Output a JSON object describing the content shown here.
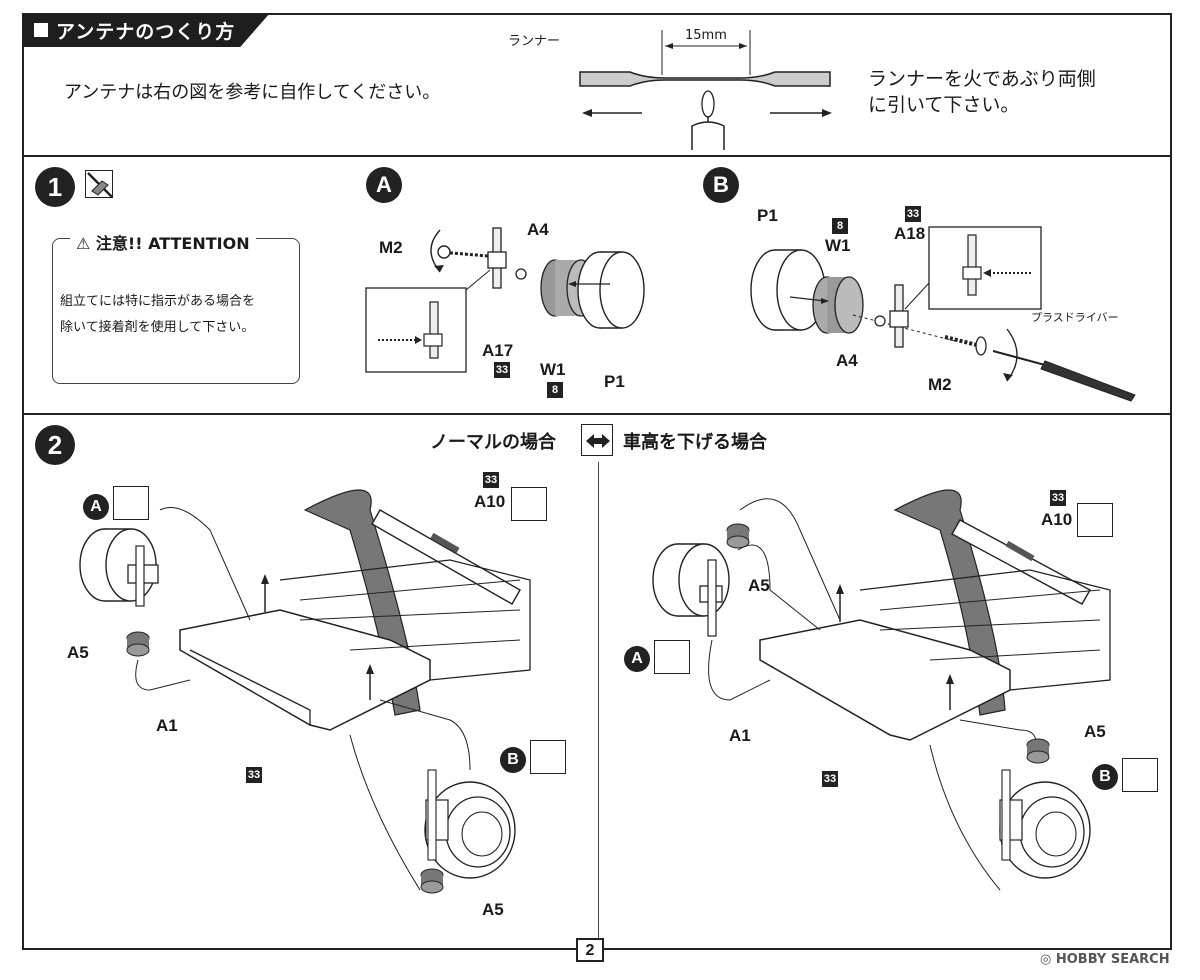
{
  "antenna": {
    "title": "アンテナのつくり方",
    "instruction": "アンテナは右の図を参考に自作してください。",
    "runner_label": "ランナー",
    "length_label": "15mm",
    "heat_line1": "ランナーを火であぶり両側",
    "heat_line2": "に引いて下さい。"
  },
  "step1": {
    "number": "1",
    "attention_title": "注意!! ATTENTION",
    "attention_line1": "組立てには特に指示がある場合を",
    "attention_line2": "除いて接着剤を使用して下さい。",
    "groupA": {
      "marker": "A",
      "parts": {
        "m2": "M2",
        "a4": "A4",
        "a17": "A17",
        "w1": "W1",
        "p1": "P1"
      },
      "badges": {
        "a17": "33",
        "w1": "8"
      }
    },
    "groupB": {
      "marker": "B",
      "parts": {
        "p1": "P1",
        "w1": "W1",
        "a18": "A18",
        "a4": "A4",
        "m2": "M2"
      },
      "badges": {
        "w1": "8",
        "a18": "33"
      },
      "tool_label": "プラスドライバー"
    }
  },
  "step2": {
    "number": "2",
    "legend_left": "ノーマルの場合",
    "legend_right": "車高を下げる場合",
    "left": {
      "markerA": "A",
      "markerB": "B",
      "a10": "A10",
      "a10_badge": "33",
      "a5_top": "A5",
      "a5_bottom": "A5",
      "a1": "A1",
      "a1_badge": "33"
    },
    "right": {
      "markerA": "A",
      "markerB": "B",
      "a10": "A10",
      "a10_badge": "33",
      "a5_top": "A5",
      "a5_bottom": "A5",
      "a1": "A1",
      "a1_badge": "33"
    }
  },
  "page_number": "2",
  "watermark": "HOBBY SEARCH"
}
